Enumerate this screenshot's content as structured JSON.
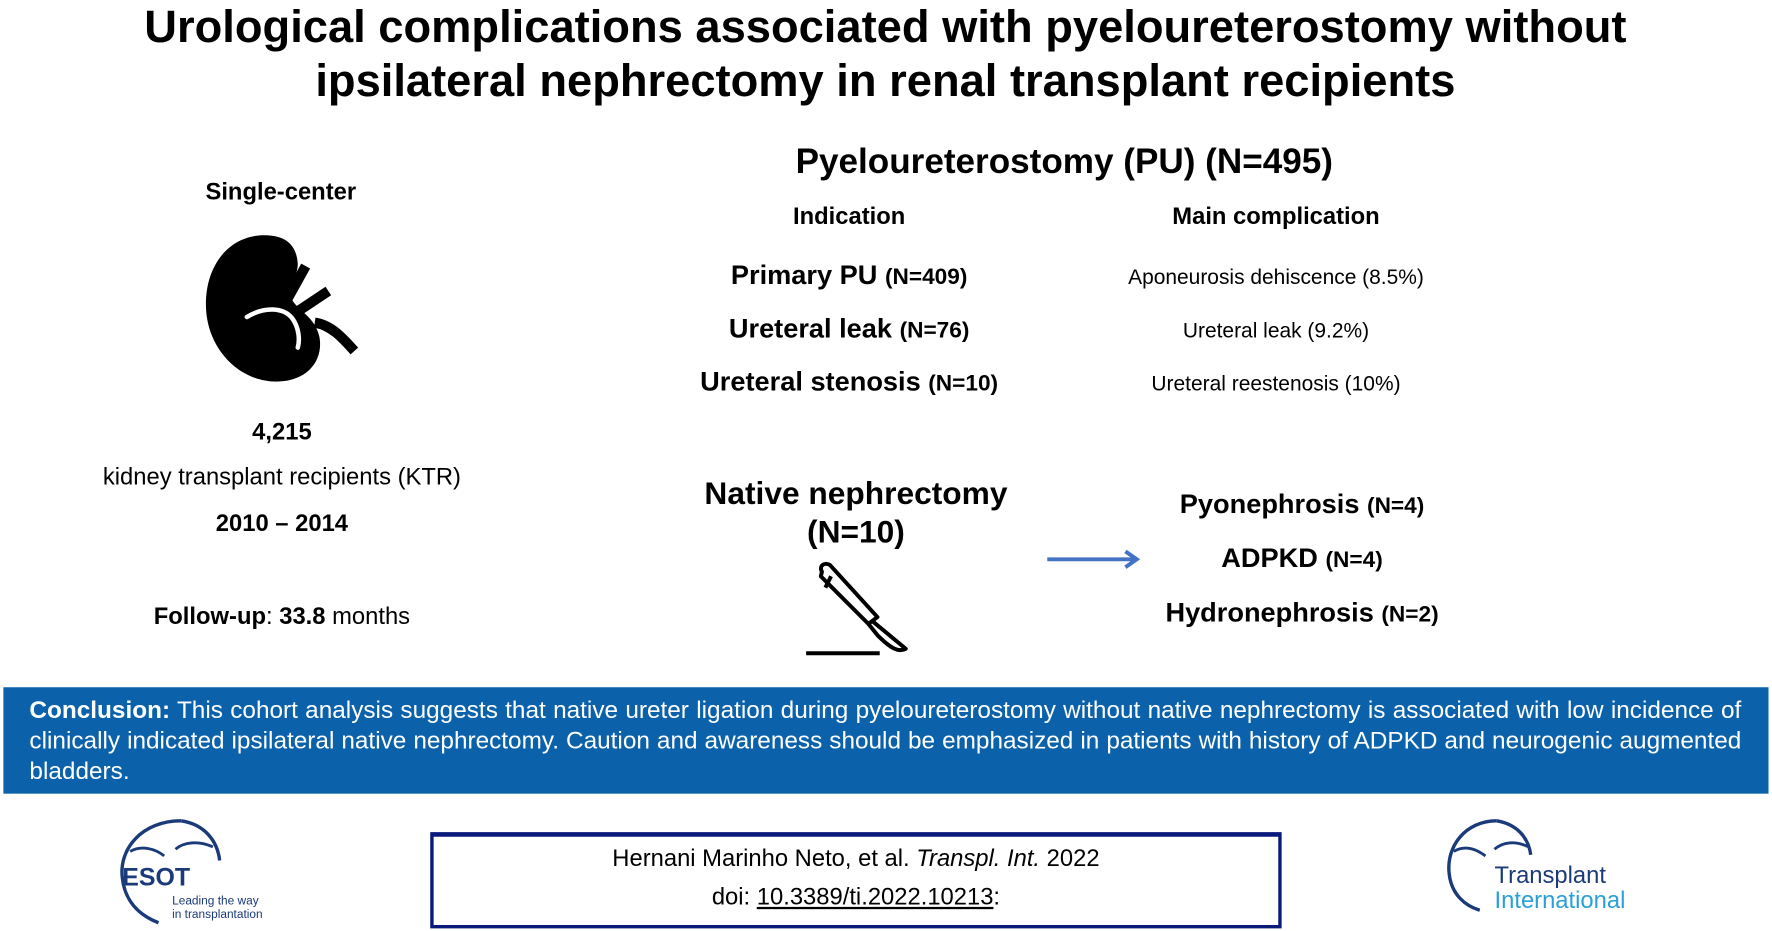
{
  "title": {
    "line1": "Urological complications associated with pyeloureterostomy without",
    "line2": "ipsilateral nephrectomy in renal transplant recipients"
  },
  "left": {
    "heading": "Single-center",
    "icon": "kidney-icon",
    "count": "4,215",
    "population": "kidney transplant recipients (KTR)",
    "period": "2010 – 2014",
    "followup_label": "Follow-up",
    "followup_value": "33.8",
    "followup_unit": " months"
  },
  "pu": {
    "heading": "Pyeloureterostomy (PU) (N=495)",
    "col_indication": "Indication",
    "col_complication": "Main complication",
    "rows": [
      {
        "indication": "Primary PU",
        "n": "(N=409)",
        "complication": "Aponeurosis dehiscence (8.5%)"
      },
      {
        "indication": "Ureteral leak",
        "n": "(N=76)",
        "complication": "Ureteral leak (9.2%)"
      },
      {
        "indication": "Ureteral stenosis",
        "n": "(N=10)",
        "complication": "Ureteral reestenosis (10%)"
      }
    ]
  },
  "nephrectomy": {
    "line1": "Native nephrectomy",
    "line2": "(N=10)",
    "icon": "scalpel-icon",
    "causes": [
      {
        "label": "Pyonephrosis",
        "n": "(N=4)"
      },
      {
        "label": "ADPKD",
        "n": "(N=4)"
      },
      {
        "label": "Hydronephrosis",
        "n": "(N=2)"
      }
    ]
  },
  "conclusion": {
    "label": "Conclusion:",
    "text": " This cohort analysis suggests that native ureter ligation during pyeloureterostomy without native nephrectomy is associated with low incidence of clinically indicated ipsilateral native nephrectomy. Caution and awareness should be emphasized in patients with history of ADPKD and neurogenic augmented bladders."
  },
  "citation": {
    "authors": "Hernani Marinho Neto, et al. ",
    "journal": "Transpl. Int.",
    "year": " 2022",
    "doi_label": "doi: ",
    "doi": "10.3389/ti.2022.10213",
    "doi_suffix": ":"
  },
  "logos": {
    "esot": {
      "name": "ESOT",
      "tagline1": "Leading the way",
      "tagline2": "in transplantation"
    },
    "ti": {
      "line1": "Transplant",
      "line2": "International"
    }
  },
  "colors": {
    "conclusion_bg": "#0b62ab",
    "arrow": "#4472c4",
    "logo_navy": "#1b3a7a",
    "logo_light": "#2a9fd8"
  }
}
